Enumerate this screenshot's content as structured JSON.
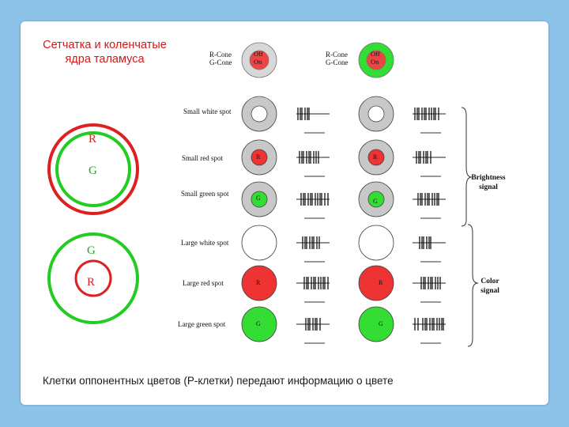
{
  "heading": "Сетчатка и коленчатые ядра таламуса",
  "caption": "Клетки оппонентных цветов (Р-клетки) передают информацию о цвете",
  "header_columns": [
    {
      "cones": [
        "R-Cone",
        "G-Cone"
      ],
      "off": "Off",
      "on": "On",
      "center_color": "#ee4444"
    },
    {
      "cones": [
        "R-Cone",
        "G-Cone"
      ],
      "off": "Off",
      "on": "On",
      "center_color": "#33dd33"
    }
  ],
  "field_diagrams": [
    {
      "center": "R",
      "surround": "G",
      "center_color": "#dd2020",
      "surround_color": "#22cc22"
    },
    {
      "center": "R",
      "surround": "G",
      "center_color": "#dd2020",
      "surround_color": "#22cc22"
    }
  ],
  "rows": [
    {
      "label": "Small white spot",
      "left_spot": "",
      "right_spot": ""
    },
    {
      "label": "Small red spot",
      "left_spot": "R",
      "right_spot": "R"
    },
    {
      "label": "Small green spot",
      "left_spot": "G",
      "right_spot": "G"
    },
    {
      "label": "Large white spot",
      "left_spot": "",
      "right_spot": ""
    },
    {
      "label": "Large red spot",
      "left_spot": "R",
      "right_spot": "R"
    },
    {
      "label": "Large green spot",
      "left_spot": "G",
      "right_spot": "G"
    }
  ],
  "brackets": {
    "brightness": [
      "Brightness",
      "signal"
    ],
    "color": [
      "Color",
      "signal"
    ]
  },
  "colors": {
    "red": "#ee3333",
    "green": "#22cc22",
    "gray": "#c8c8c8",
    "background": "#8ec3e9"
  }
}
